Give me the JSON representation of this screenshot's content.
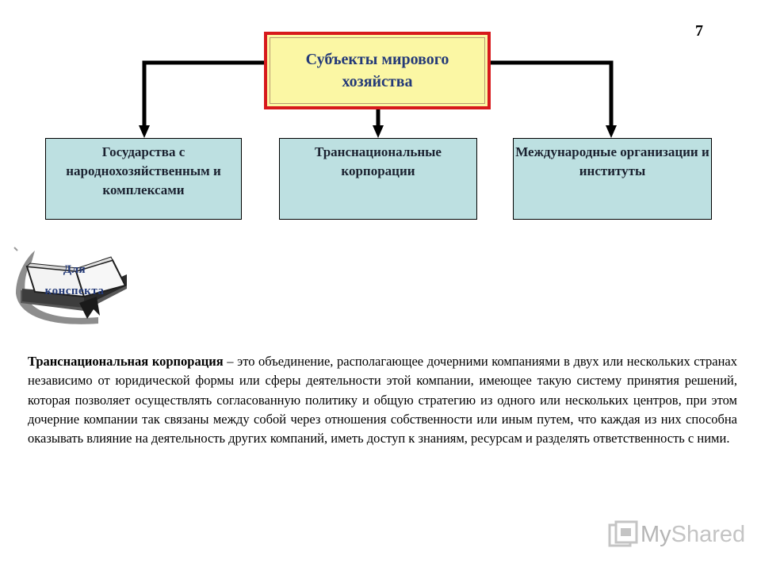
{
  "page": {
    "number": "7"
  },
  "diagram": {
    "root": {
      "title": "Субъекты мирового хозяйства"
    },
    "children": [
      {
        "label": "Государства с народнохозяйственным и комплексами"
      },
      {
        "label": "Транснациональные корпорации"
      },
      {
        "label": "Международные организации и институты"
      }
    ]
  },
  "note": {
    "caption": "Для конспекта"
  },
  "definition": {
    "term": "Транснациональная корпорация",
    "text": " – это объединение, располагающее дочерними компаниями в двух или нескольких странах независимо от юридической формы или сферы деятельности этой компании, имеющее такую систему принятия решений, которая позволяет осуществлять согласованную политику и общую стратегию из одного или нескольких центров, при этом дочерние компании так связаны между собой через отношения собственности или иным путем, что каждая из них способна оказывать влияние на деятельность других компаний, иметь доступ к знаниям, ресурсам и разделять ответственность с ними."
  },
  "watermark": {
    "brand_prefix": "My",
    "brand_suffix": "Shared"
  },
  "colors": {
    "root_fill": "#fbf7a4",
    "root_border": "#d7191c",
    "root_text": "#243a78",
    "child_fill": "#bde0e1",
    "connector": "#000000"
  }
}
